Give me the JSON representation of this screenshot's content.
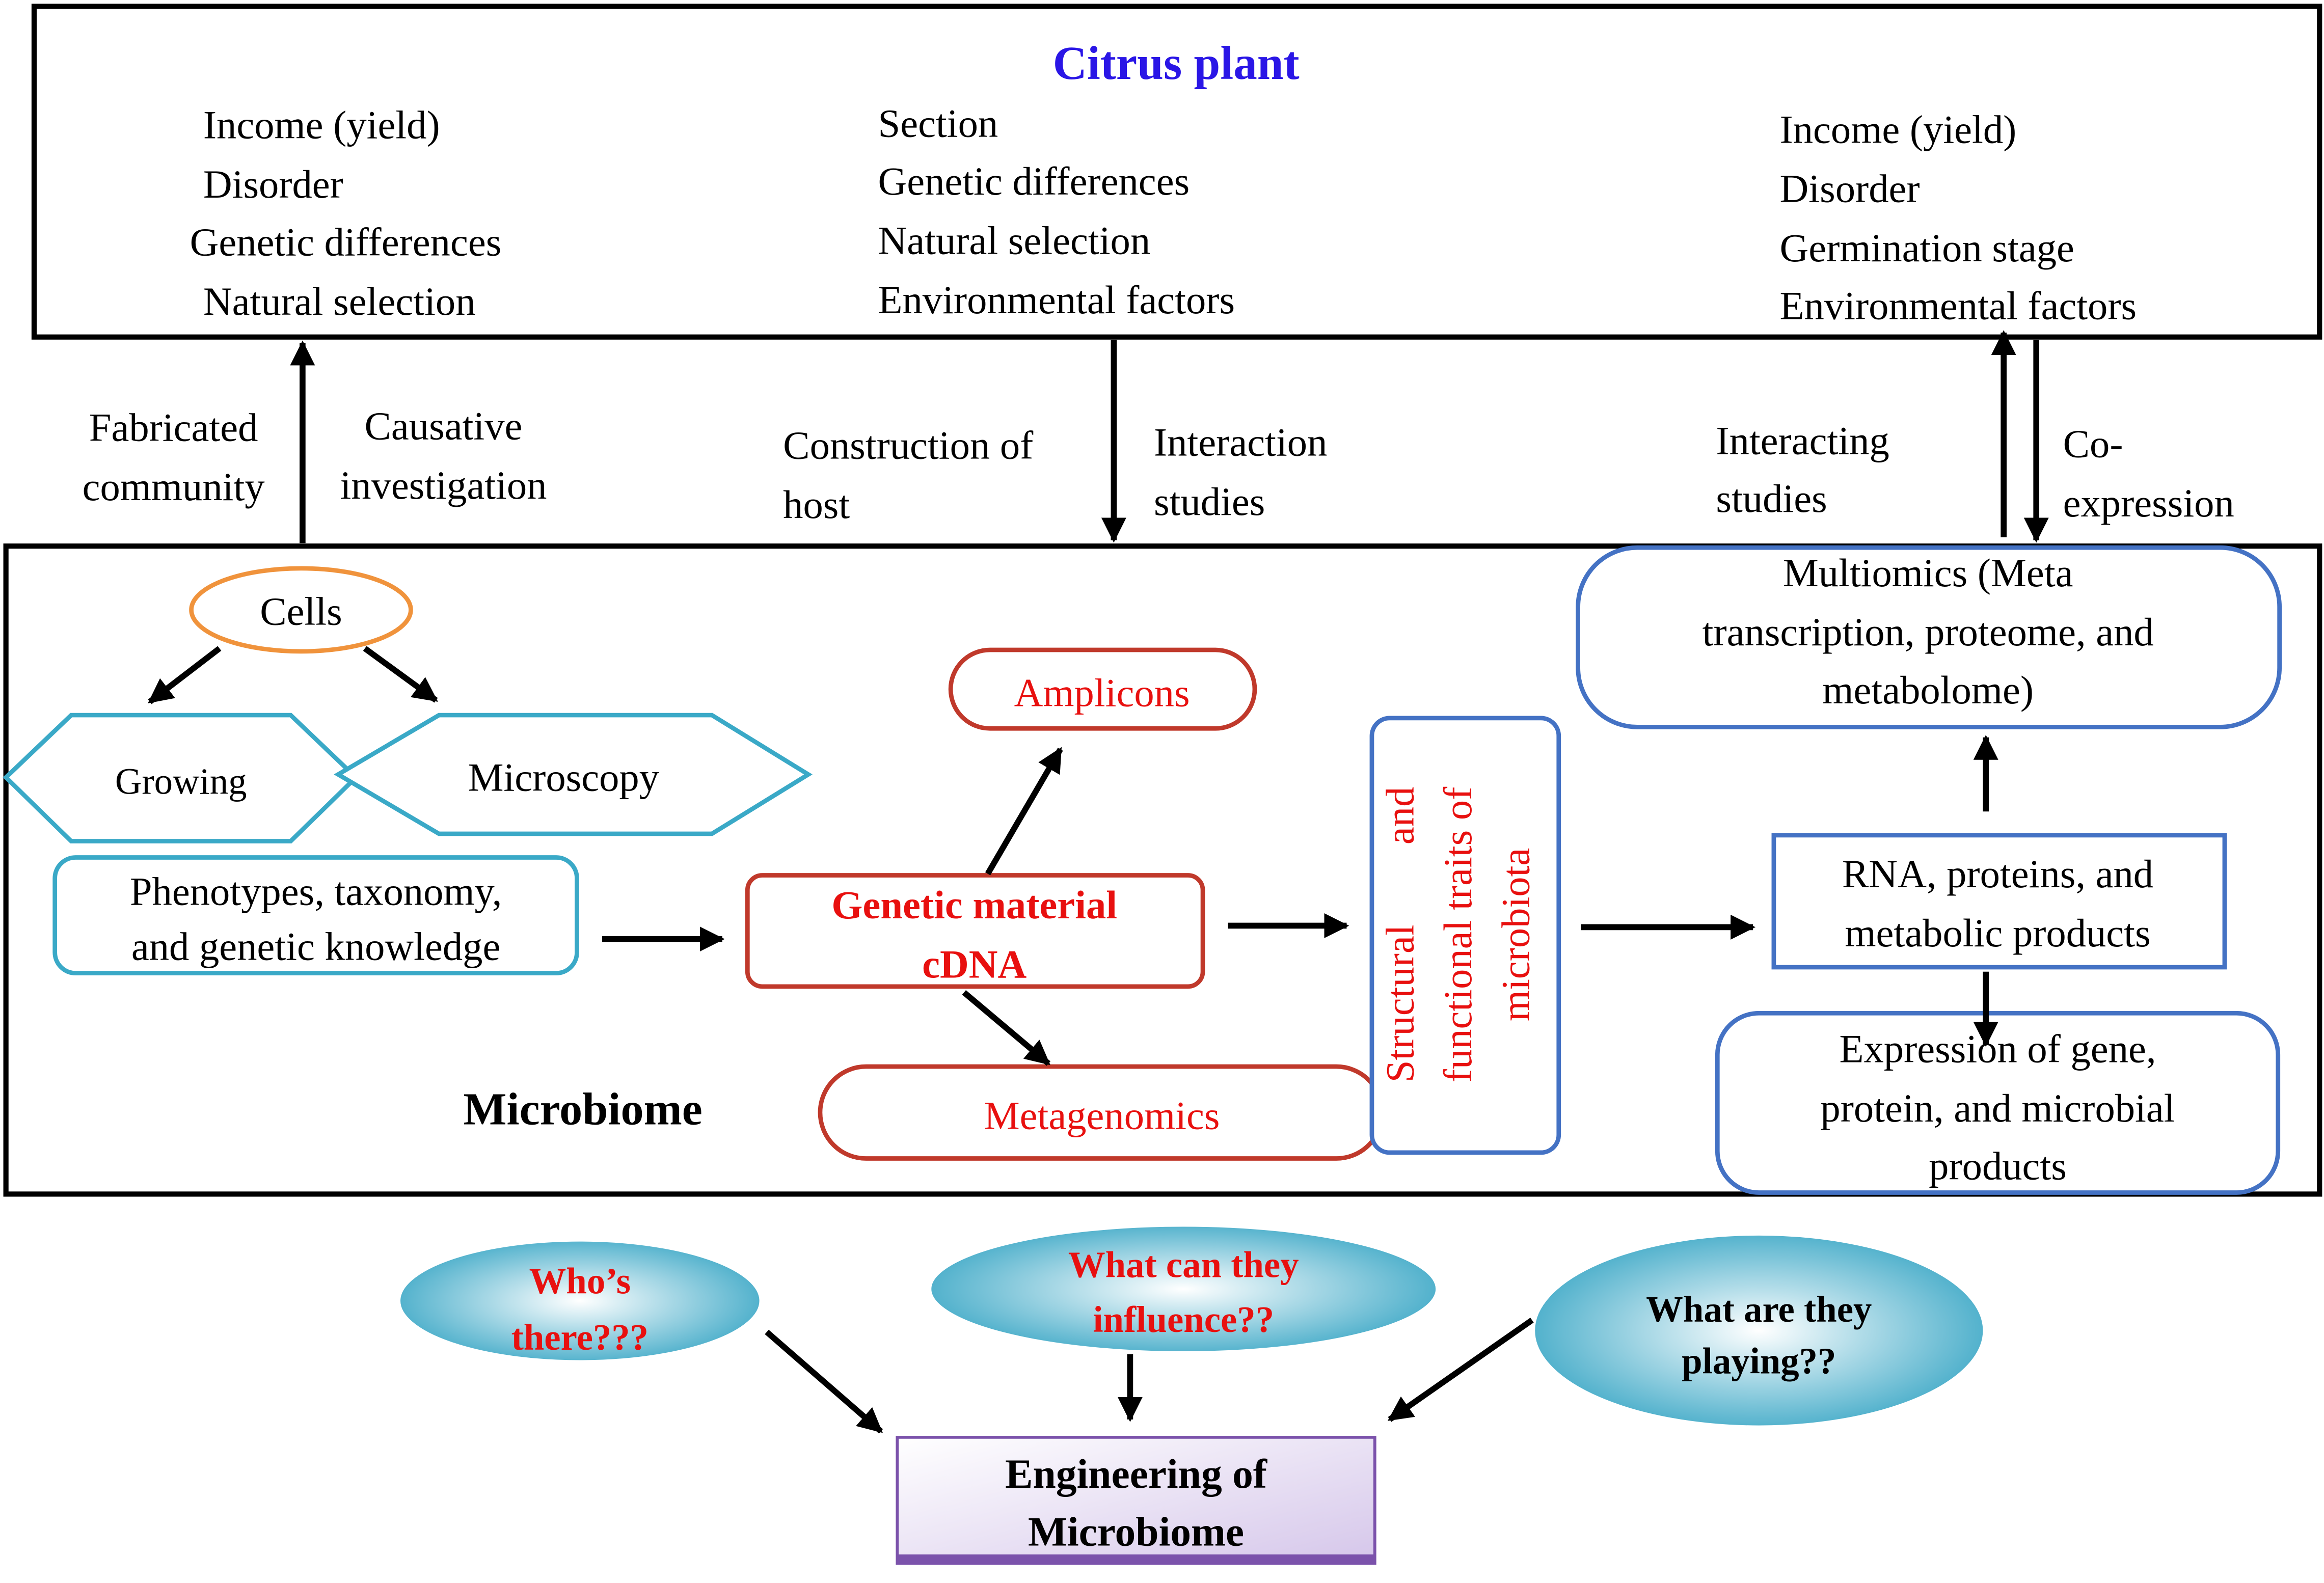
{
  "citrus_plant": {
    "title": "Citrus plant",
    "left_list": [
      "Income (yield)",
      "Disorder",
      "Genetic  differences",
      "Natural  selection"
    ],
    "middle_list": [
      "Section",
      "Genetic  differences",
      "Natural  selection",
      "Environmental  factors"
    ],
    "right_list": [
      "Income  (yield)",
      "Disorder",
      "Germination  stage",
      "Environmental  factors"
    ]
  },
  "connections": {
    "fabricated": [
      "Fabricated",
      "community"
    ],
    "causative": [
      "Causative",
      "investigation"
    ],
    "construction": [
      "Construction  of",
      "host"
    ],
    "interaction": [
      "Interaction",
      "studies"
    ],
    "interacting": [
      "Interacting",
      "studies"
    ],
    "coexpression": [
      "Co-",
      "expression"
    ]
  },
  "microbiome": {
    "label": "Microbiome",
    "cells": "Cells",
    "growing": "Growing",
    "microscopy": "Microscopy",
    "phenotypes": [
      "Phenotypes,  taxonomy,",
      "and genetic knowledge"
    ],
    "amplicons": "Amplicons",
    "genetic_material": [
      "Genetic material",
      "cDNA"
    ],
    "metagenomics": "Metagenomics",
    "traits": [
      "Structural        and",
      "functional traits of",
      "microbiota"
    ],
    "multiomics": [
      "Multiomics (Meta",
      "transcription,  proteome,  and",
      "metabolome)"
    ],
    "rna": [
      "RNA,  proteins,  and",
      "metabolic products"
    ],
    "expression": [
      "Expression  of gene,",
      "protein,  and  microbial",
      "products"
    ]
  },
  "questions": {
    "whos_there": [
      "Who’s",
      "there???"
    ],
    "influence": [
      "What can they",
      "influence??"
    ],
    "playing": [
      "What are they",
      "playing??"
    ]
  },
  "engineering": [
    "Engineering of",
    "Microbiome"
  ],
  "colors": {
    "title_blue": "#2a16e6",
    "red": "#e8100f",
    "dark_red_border": "#c0392b",
    "teal_border": "#3aa9c7",
    "blue_border": "#4472c4",
    "orange_border": "#f0933c",
    "purple": "#7b52ab"
  }
}
